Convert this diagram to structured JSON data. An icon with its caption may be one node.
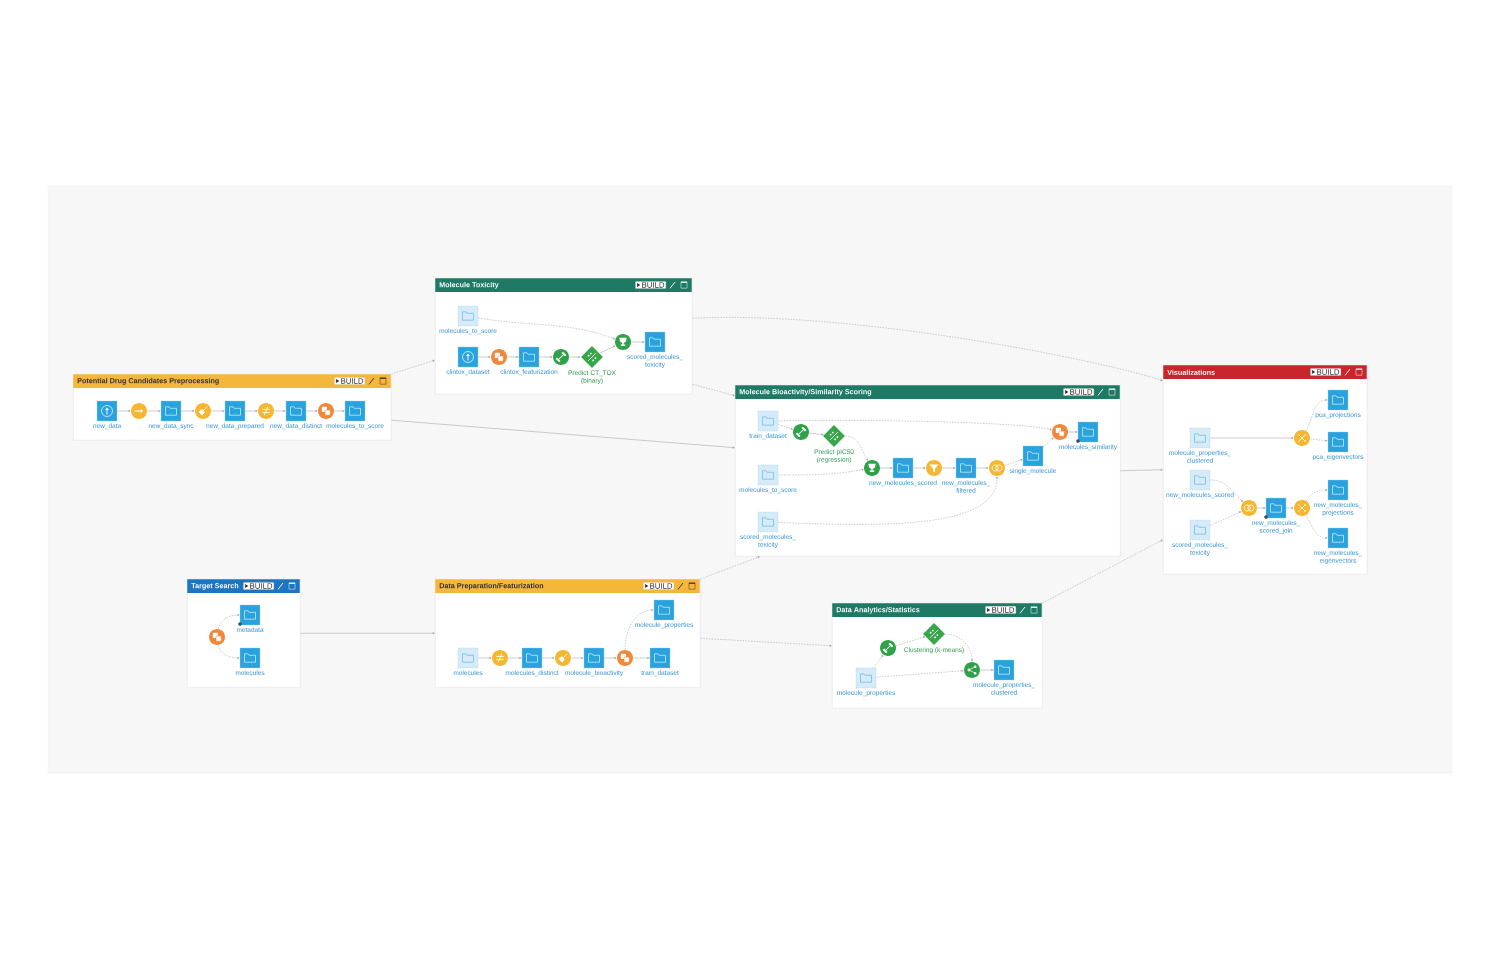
{
  "diagram": {
    "nodes": [
      {
        "text": [
          "Molecule Toxicity",
          "BUILD"
        ]
      },
      {
        "text": [
          "molecules_to_score"
        ],
        "in": 0
      },
      {
        "text": [
          "clintox_dataset"
        ],
        "in": 0
      },
      {
        "text": [],
        "shape": "circle",
        "in": 0
      },
      {
        "text": [
          "clintox_featurization"
        ],
        "in": 0
      },
      {
        "text": [],
        "shape": "circle",
        "in": 0
      },
      {
        "text": [
          "Predict CT_TOX (binary)"
        ],
        "in": 0
      },
      {
        "text": [],
        "shape": "circle",
        "in": 0
      },
      {
        "text": [
          "scored_molecules_ toxicity"
        ],
        "in": 0
      },
      {
        "text": [
          "Potential Drug Candidates Preprocessing",
          "BUILD"
        ]
      },
      {
        "text": [
          "new_data"
        ],
        "in": 9
      },
      {
        "text": [],
        "shape": "circle",
        "in": 9
      },
      {
        "text": [
          "new_data_sync"
        ],
        "in": 9
      },
      {
        "text": [],
        "shape": "circle",
        "in": 9
      },
      {
        "text": [
          "new_data_prepared"
        ],
        "in": 9
      },
      {
        "text": [],
        "shape": "circle",
        "in": 9
      },
      {
        "text": [
          "new_data_distinct"
        ],
        "in": 9
      },
      {
        "text": [],
        "shape": "circle",
        "in": 9
      },
      {
        "text": [
          "molecules_to_score"
        ],
        "in": 9
      },
      {
        "text": [
          "Molecule Bioactivity/Similarity Scoring",
          "BUILD"
        ]
      },
      {
        "text": [
          "train_dataset"
        ],
        "in": 19
      },
      {
        "text": [],
        "shape": "circle",
        "in": 19
      },
      {
        "text": [
          "Predict pIC50 (regression)"
        ],
        "in": 19
      },
      {
        "text": [
          "molecules_to_score"
        ],
        "in": 19
      },
      {
        "text": [],
        "shape": "circle",
        "in": 19
      },
      {
        "text": [
          "new_molecules_scored"
        ],
        "in": 19
      },
      {
        "text": [],
        "shape": "circle",
        "in": 19
      },
      {
        "text": [
          "new_molecules_ filtered"
        ],
        "in": 19
      },
      {
        "text": [],
        "shape": "circle",
        "in": 19
      },
      {
        "text": [
          "single_molecule"
        ],
        "in": 19
      },
      {
        "text": [],
        "shape": "circle",
        "in": 19
      },
      {
        "text": [
          "molecules_similarity"
        ],
        "in": 19
      },
      {
        "text": [
          "scored_molecules_ toxicity"
        ],
        "in": 19
      },
      {
        "text": [
          "Visualizations",
          "BUILD"
        ]
      },
      {
        "text": [
          "pca_projections"
        ],
        "in": 33
      },
      {
        "text": [
          "molecule_properties_ clustered"
        ],
        "in": 33
      },
      {
        "text": [],
        "shape": "circle",
        "in": 33
      },
      {
        "text": [
          "pca_eigenvectors"
        ],
        "in": 33
      },
      {
        "text": [
          "new_molecules_scored"
        ],
        "in": 33
      },
      {
        "text": [],
        "shape": "circle",
        "in": 33
      },
      {
        "text": [
          "new_molecules_ scored_join"
        ],
        "in": 33
      },
      {
        "text": [],
        "shape": "circle",
        "in": 33
      },
      {
        "text": [
          "new_molecules_ projections"
        ],
        "in": 33
      },
      {
        "text": [
          "scored_molecules_ toxicity"
        ],
        "in": 33
      },
      {
        "text": [
          "new_molecules_ eigenvectors"
        ],
        "in": 33
      },
      {
        "text": [
          "Target Search",
          "BUILD"
        ]
      },
      {
        "text": [
          "metadata"
        ],
        "in": 45
      },
      {
        "text": [],
        "shape": "circle",
        "in": 45
      },
      {
        "text": [
          "molecules"
        ],
        "in": 45
      },
      {
        "text": [
          "Data Preparation/Featurization",
          "BUILD"
        ]
      },
      {
        "text": [
          "molecule_properties"
        ],
        "in": 49
      },
      {
        "text": [
          "molecules"
        ],
        "in": 49
      },
      {
        "text": [],
        "shape": "circle",
        "in": 49
      },
      {
        "text": [
          "molecules_distinct"
        ],
        "in": 49
      },
      {
        "text": [],
        "shape": "circle",
        "in": 49
      },
      {
        "text": [
          "molecule_bioactivity"
        ],
        "in": 49
      },
      {
        "text": [],
        "shape": "circle",
        "in": 49
      },
      {
        "text": [
          "train_dataset"
        ],
        "in": 49
      },
      {
        "text": [
          "Data Analytics/Statistics",
          "BUILD"
        ]
      },
      {
        "text": [
          "Clustering (k-means)"
        ],
        "in": 58
      },
      {
        "text": [],
        "shape": "circle",
        "in": 58
      },
      {
        "text": [
          "molecule_properties"
        ],
        "in": 58
      },
      {
        "text": [],
        "shape": "circle",
        "in": 58
      },
      {
        "text": [
          "molecule_properties_ clustered"
        ],
        "in": 58
      }
    ],
    "edges": [
      {
        "from": 2,
        "to": 3,
        "arrow": "to"
      },
      {
        "from": 3,
        "to": 4,
        "arrow": "to"
      },
      {
        "from": 4,
        "to": 5,
        "arrow": "to"
      },
      {
        "from": 5,
        "to": 6,
        "arrow": "to"
      },
      {
        "from": 6,
        "to": 7,
        "arrow": "to"
      },
      {
        "from": 1,
        "to": 7,
        "arrow": "to",
        "style": "dashed"
      },
      {
        "from": 7,
        "to": 8,
        "arrow": "to"
      },
      {
        "from": 10,
        "to": 11,
        "arrow": "to"
      },
      {
        "from": 11,
        "to": 12,
        "arrow": "to"
      },
      {
        "from": 12,
        "to": 13,
        "arrow": "to"
      },
      {
        "from": 13,
        "to": 14,
        "arrow": "to"
      },
      {
        "from": 14,
        "to": 15,
        "arrow": "to"
      },
      {
        "from": 15,
        "to": 16,
        "arrow": "to"
      },
      {
        "from": 16,
        "to": 17,
        "arrow": "to"
      },
      {
        "from": 17,
        "to": 18,
        "arrow": "to"
      },
      {
        "from": 20,
        "to": 21,
        "arrow": "to",
        "style": "dashed"
      },
      {
        "from": 21,
        "to": 22,
        "arrow": "to"
      },
      {
        "from": 22,
        "to": 24,
        "arrow": "to",
        "style": "dashed"
      },
      {
        "from": 23,
        "to": 24,
        "arrow": "to",
        "style": "dashed"
      },
      {
        "from": 24,
        "to": 25,
        "arrow": "to"
      },
      {
        "from": 25,
        "to": 26,
        "arrow": "to"
      },
      {
        "from": 26,
        "to": 27,
        "arrow": "to"
      },
      {
        "from": 27,
        "to": 28,
        "arrow": "to"
      },
      {
        "from": 32,
        "to": 28,
        "arrow": "to",
        "style": "dashed"
      },
      {
        "from": 28,
        "to": 29,
        "arrow": "to",
        "style": "dashed"
      },
      {
        "from": 29,
        "to": 30,
        "arrow": "to",
        "style": "dashed"
      },
      {
        "from": 20,
        "to": 30,
        "arrow": "to",
        "style": "dashed"
      },
      {
        "from": 30,
        "to": 31,
        "arrow": "to"
      },
      {
        "from": 35,
        "to": 36,
        "arrow": "to"
      },
      {
        "from": 36,
        "to": 34,
        "arrow": "to",
        "style": "dashed"
      },
      {
        "from": 36,
        "to": 37,
        "arrow": "to",
        "style": "dashed"
      },
      {
        "from": 38,
        "to": 39,
        "arrow": "to",
        "style": "dashed"
      },
      {
        "from": 43,
        "to": 39,
        "arrow": "to",
        "style": "dashed"
      },
      {
        "from": 39,
        "to": 40,
        "arrow": "to"
      },
      {
        "from": 40,
        "to": 41,
        "arrow": "to"
      },
      {
        "from": 41,
        "to": 42,
        "arrow": "to",
        "style": "dashed"
      },
      {
        "from": 41,
        "to": 44,
        "arrow": "to",
        "style": "dashed"
      },
      {
        "from": 47,
        "to": 46,
        "arrow": "to",
        "style": "dashed"
      },
      {
        "from": 47,
        "to": 48,
        "arrow": "to",
        "style": "dashed"
      },
      {
        "from": 51,
        "to": 52,
        "arrow": "to"
      },
      {
        "from": 52,
        "to": 53,
        "arrow": "to"
      },
      {
        "from": 53,
        "to": 54,
        "arrow": "to"
      },
      {
        "from": 54,
        "to": 55,
        "arrow": "to"
      },
      {
        "from": 55,
        "to": 56,
        "arrow": "to"
      },
      {
        "from": 56,
        "to": 50,
        "arrow": "to",
        "style": "dashed"
      },
      {
        "from": 56,
        "to": 57,
        "arrow": "to"
      },
      {
        "from": 61,
        "to": 60,
        "arrow": "to",
        "style": "dashed"
      },
      {
        "from": 60,
        "to": 59,
        "arrow": "to",
        "style": "dashed"
      },
      {
        "from": 59,
        "to": 62,
        "arrow": "to",
        "style": "dashed"
      },
      {
        "from": 61,
        "to": 62,
        "arrow": "to",
        "style": "dashed"
      },
      {
        "from": 62,
        "to": 63,
        "arrow": "to"
      },
      {
        "from": 9,
        "to": 0,
        "arrow": "to",
        "style": "dashed"
      },
      {
        "from": 9,
        "to": 19,
        "arrow": "to"
      },
      {
        "from": 0,
        "to": 19,
        "arrow": "to",
        "style": "dashed"
      },
      {
        "from": 0,
        "to": 33,
        "arrow": "to",
        "style": "dashed"
      },
      {
        "from": 19,
        "to": 33,
        "arrow": "to"
      },
      {
        "from": 45,
        "to": 49,
        "arrow": "to"
      },
      {
        "from": 49,
        "to": 19,
        "arrow": "to",
        "style": "dashed"
      },
      {
        "from": 49,
        "to": 58,
        "arrow": "to",
        "style": "dashed"
      },
      {
        "from": 58,
        "to": 33,
        "arrow": "to",
        "style": "dashed"
      }
    ]
  }
}
